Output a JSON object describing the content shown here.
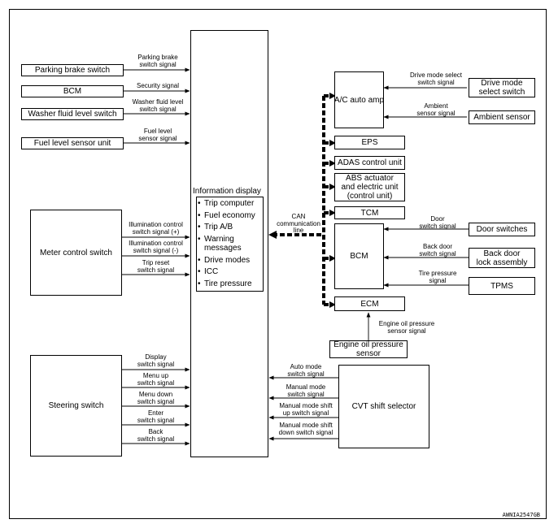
{
  "figure_code": "AWNIA2547GB",
  "left_inputs": [
    {
      "name": "Parking brake switch",
      "signal": "Parking brake\nswitch signal"
    },
    {
      "name": "BCM",
      "signal": "Security signal"
    },
    {
      "name": "Washer fluid level switch",
      "signal": "Washer fluid level\nswitch signal"
    },
    {
      "name": "Fuel level sensor unit",
      "signal": "Fuel level\nsensor signal"
    }
  ],
  "meter_control_switch": {
    "name": "Meter control switch",
    "signals": [
      "Illumination control\nswitch signal (+)",
      "Illumination control\nswitch signal (-)",
      "Trip reset\nswitch signal"
    ]
  },
  "steering_switch": {
    "name": "Steering switch",
    "signals": [
      "Display\nswitch signal",
      "Menu up\nswitch signal",
      "Menu down\nswitch signal",
      "Enter\nswitch signal",
      "Back\nswitch signal"
    ]
  },
  "information_display": {
    "title": "Information display",
    "items": [
      "Trip computer",
      "Fuel economy",
      "Trip A/B",
      "Warning\nmessages",
      "Drive modes",
      "ICC",
      "Tire pressure"
    ]
  },
  "can_line": "CAN\ncommunication\nline",
  "can_units": {
    "ac_auto_amp": "A/C auto amp",
    "eps": "EPS",
    "adas": "ADAS control unit",
    "abs": "ABS actuator\nand electric unit\n(control unit)",
    "tcm": "TCM",
    "bcm": "BCM",
    "ecm": "ECM"
  },
  "right_inputs": [
    {
      "name": "Drive mode\nselect switch",
      "signal": "Drive mode select\nswitch signal"
    },
    {
      "name": "Ambient sensor",
      "signal": "Ambient\nsensor signal"
    },
    {
      "name": "Door switches",
      "signal": "Door\nswitch signal"
    },
    {
      "name": "Back door\nlock assembly",
      "signal": "Back door\nswitch signal"
    },
    {
      "name": "TPMS",
      "signal": "Tire pressure\nsignal"
    }
  ],
  "engine_oil": {
    "name": "Engine oil pressure\nsensor",
    "signal": "Engine oil pressure\nsensor signal"
  },
  "cvt_shift_selector": {
    "name": "CVT shift selector",
    "signals": [
      "Auto mode\nswitch signal",
      "Manual mode\nswitch signal",
      "Manual mode shift\nup switch signal",
      "Manual mode shift\ndown switch signal"
    ]
  }
}
